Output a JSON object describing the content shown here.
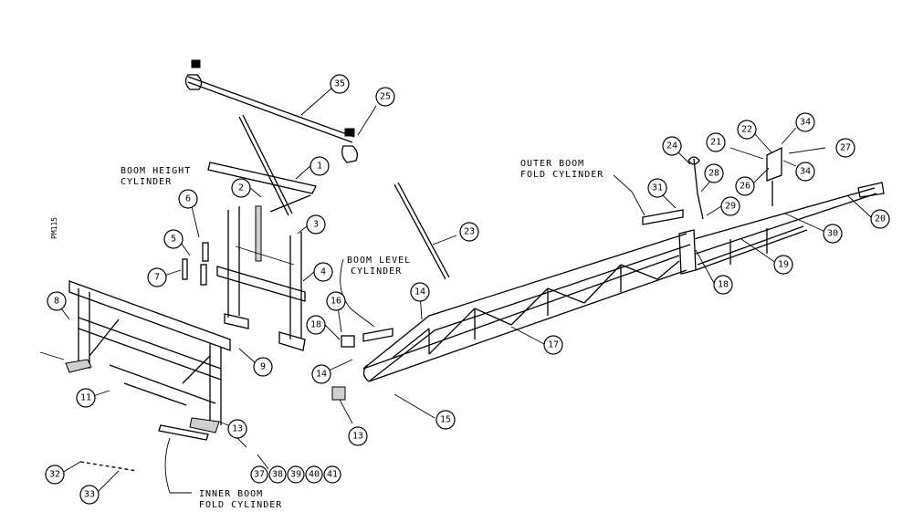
{
  "drawing": {
    "side_code": "PM115",
    "labels": {
      "boom_height_1": "BOOM HEIGHT",
      "boom_height_2": "CYLINDER",
      "boom_level_1": "BOOM LEVEL",
      "boom_level_2": "CYLINDER",
      "outer_fold_1": "OUTER BOOM",
      "outer_fold_2": "FOLD CYLINDER",
      "inner_fold_1": "INNER BOOM",
      "inner_fold_2": "FOLD CYLINDER"
    },
    "callouts": {
      "c1": "1",
      "c2": "2",
      "c3": "3",
      "c4": "4",
      "c5": "5",
      "c6": "6",
      "c7": "7",
      "c8": "8",
      "c9": "9",
      "c11": "11",
      "c13a": "13",
      "c13b": "13",
      "c14a": "14",
      "c14b": "14",
      "c15": "15",
      "c16": "16",
      "c17": "17",
      "c18a": "18",
      "c18b": "18",
      "c19": "19",
      "c20": "20",
      "c21": "21",
      "c22": "22",
      "c23": "23",
      "c24": "24",
      "c25": "25",
      "c26": "26",
      "c27": "27",
      "c28": "28",
      "c29": "29",
      "c30": "30",
      "c31": "31",
      "c32": "32",
      "c33": "33",
      "c34a": "34",
      "c34b": "34",
      "c35": "35",
      "c37": "37",
      "c38": "38",
      "c39": "39",
      "c40": "40",
      "c41": "41"
    }
  }
}
